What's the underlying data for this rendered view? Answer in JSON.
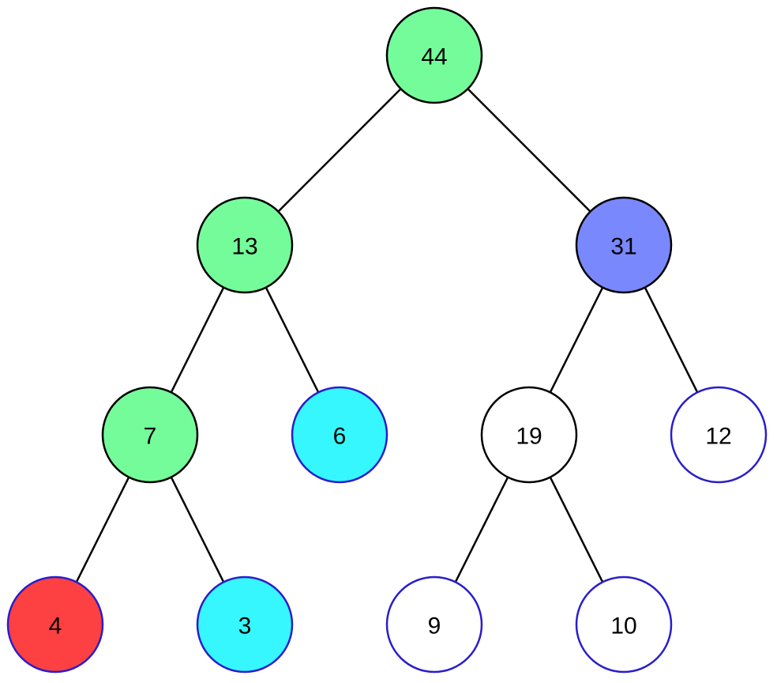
{
  "tree": {
    "nodes": [
      {
        "id": "n44",
        "value": "44",
        "fill": "#75fc9a",
        "stroke": "#000000"
      },
      {
        "id": "n13",
        "value": "13",
        "fill": "#75fc9a",
        "stroke": "#000000"
      },
      {
        "id": "n31",
        "value": "31",
        "fill": "#7a88fd",
        "stroke": "#000000"
      },
      {
        "id": "n7",
        "value": "7",
        "fill": "#75fc9a",
        "stroke": "#000000"
      },
      {
        "id": "n6",
        "value": "6",
        "fill": "#35f7fd",
        "stroke": "#2a1dcc"
      },
      {
        "id": "n19",
        "value": "19",
        "fill": "#ffffff",
        "stroke": "#000000"
      },
      {
        "id": "n12",
        "value": "12",
        "fill": "#ffffff",
        "stroke": "#2a1dcc"
      },
      {
        "id": "n4",
        "value": "4",
        "fill": "#fd4042",
        "stroke": "#2a1dcc"
      },
      {
        "id": "n3",
        "value": "3",
        "fill": "#35f7fd",
        "stroke": "#2a1dcc"
      },
      {
        "id": "n9",
        "value": "9",
        "fill": "#ffffff",
        "stroke": "#2a1dcc"
      },
      {
        "id": "n10",
        "value": "10",
        "fill": "#ffffff",
        "stroke": "#2a1dcc"
      }
    ],
    "edges": [
      {
        "from": "n44",
        "to": "n13"
      },
      {
        "from": "n44",
        "to": "n31"
      },
      {
        "from": "n13",
        "to": "n7"
      },
      {
        "from": "n13",
        "to": "n6"
      },
      {
        "from": "n31",
        "to": "n19"
      },
      {
        "from": "n31",
        "to": "n12"
      },
      {
        "from": "n7",
        "to": "n4"
      },
      {
        "from": "n7",
        "to": "n3"
      },
      {
        "from": "n19",
        "to": "n9"
      },
      {
        "from": "n19",
        "to": "n10"
      }
    ]
  }
}
